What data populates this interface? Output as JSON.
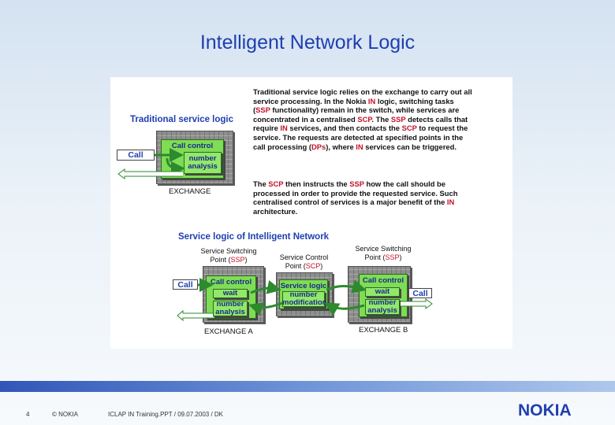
{
  "slide": {
    "title": "Intelligent Network Logic"
  },
  "traditional": {
    "heading": "Traditional service logic",
    "call_label": "Call",
    "call_control": "Call control",
    "number_analysis_1": "number",
    "number_analysis_2": "analysis",
    "exchange_label": "EXCHANGE"
  },
  "description": {
    "p1": [
      {
        "t": "Traditional service logic relies on the exchange to carry out all service processing. In the Nokia ",
        "h": false
      },
      {
        "t": "IN",
        "h": true
      },
      {
        "t": " logic, switching tasks (",
        "h": false
      },
      {
        "t": "SSP",
        "h": true
      },
      {
        "t": " functionality) remain in the switch, while services are concentrated in a centralised ",
        "h": false
      },
      {
        "t": "SCP",
        "h": true
      },
      {
        "t": ". The ",
        "h": false
      },
      {
        "t": "SSP",
        "h": true
      },
      {
        "t": " detects calls that require ",
        "h": false
      },
      {
        "t": "IN",
        "h": true
      },
      {
        "t": " services, and then contacts the ",
        "h": false
      },
      {
        "t": "SCP",
        "h": true
      },
      {
        "t": " to request the service. The requests are detected at specified points in the call processing (",
        "h": false
      },
      {
        "t": "DPs",
        "h": true
      },
      {
        "t": "), where ",
        "h": false
      },
      {
        "t": "IN",
        "h": true
      },
      {
        "t": " services can be triggered.",
        "h": false
      }
    ],
    "p2": [
      {
        "t": "The ",
        "h": false
      },
      {
        "t": "SCP",
        "h": true
      },
      {
        "t": " then instructs the ",
        "h": false
      },
      {
        "t": "SSP",
        "h": true
      },
      {
        "t": " how the call should be processed in order to provide the requested service. Such centralised control of services is a major benefit of the ",
        "h": false
      },
      {
        "t": "IN",
        "h": true
      },
      {
        "t": " architecture.",
        "h": false
      }
    ]
  },
  "in_logic": {
    "heading": "Service logic of Intelligent Network",
    "ssp_a_1": "Service Switching",
    "ssp_a_2": "Point (",
    "ssp_abbr": "SSP",
    "close_paren": ")",
    "scp_1": "Service Control",
    "scp_2": "Point (",
    "scp_abbr": "SCP",
    "ssp_b_1": "Service Switching",
    "ssp_b_2": "Point (",
    "call_label": "Call",
    "call_control": "Call control",
    "wait": "wait",
    "number": "number",
    "analysis": "analysis",
    "service_logic": "Service logic",
    "modification": "modification",
    "exchange_a": "EXCHANGE A",
    "exchange_b": "EXCHANGE B"
  },
  "footer": {
    "page": "4",
    "copyright": "© NOKIA",
    "file": "ICLAP IN Training.PPT / 09.07.2003 / DK",
    "logo": "NOKIA"
  },
  "colors": {
    "title_blue": "#1f3fb0",
    "highlight_red": "#c4122b",
    "green_box": "#7fdc55",
    "arrow_green": "#2d8a2d",
    "exchange_gray": "#8e8e8e"
  }
}
